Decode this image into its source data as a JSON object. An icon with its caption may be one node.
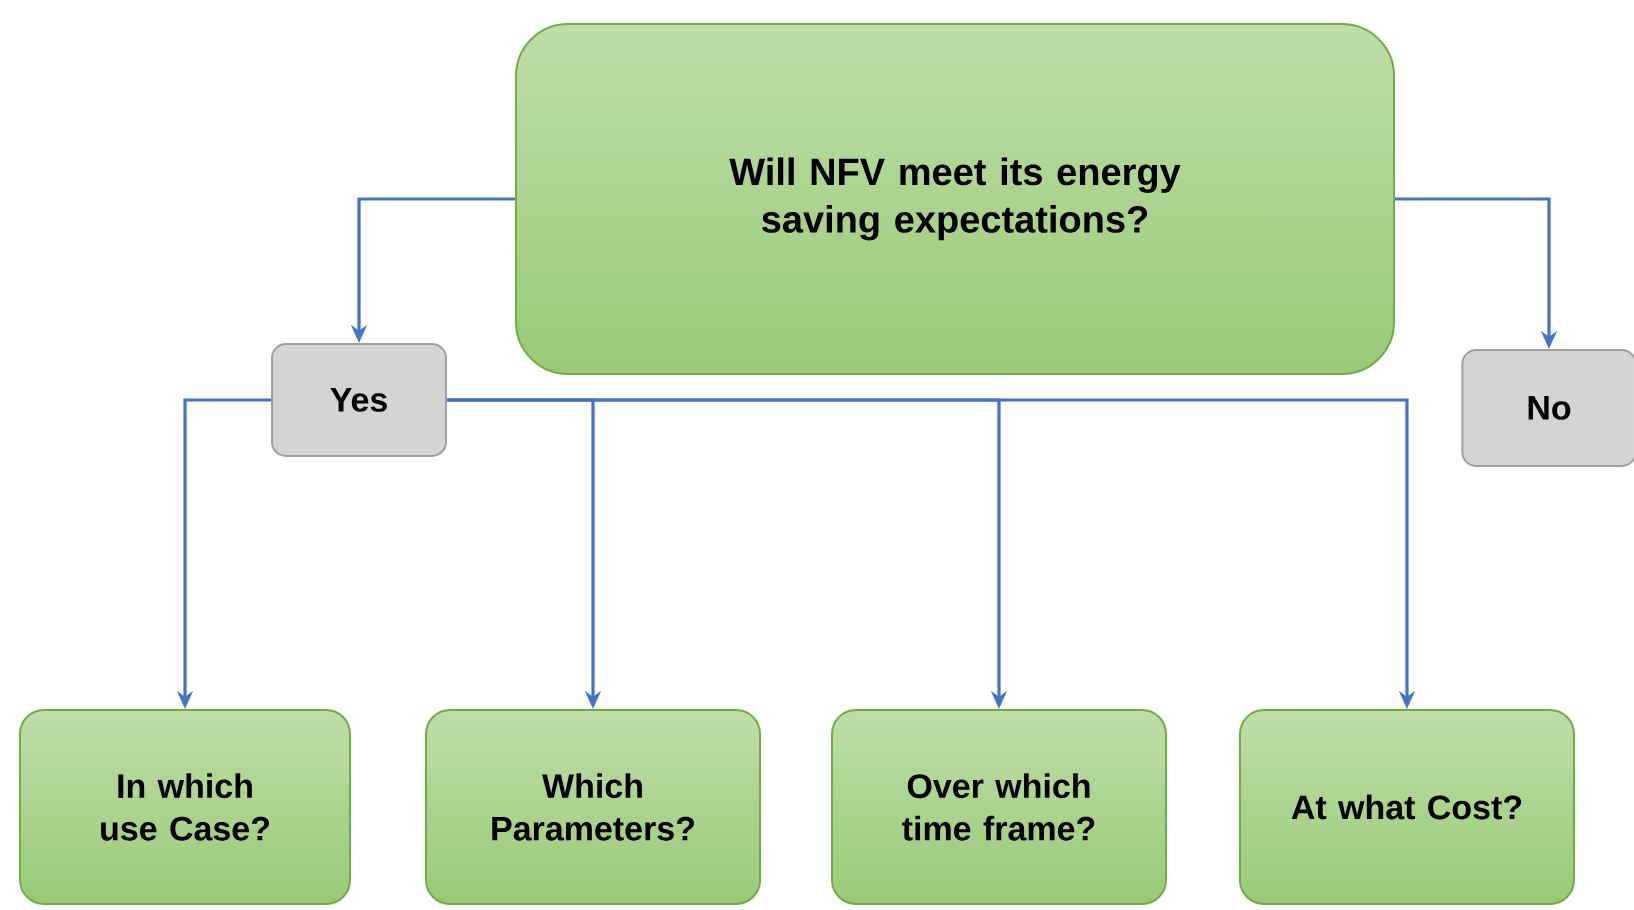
{
  "diagram": {
    "nodes": [
      {
        "text": [
          "Will NFV meet its energy saving expectations?"
        ]
      },
      {
        "text": [
          "Yes"
        ]
      },
      {
        "text": [
          "No"
        ]
      },
      {
        "text": [
          "In which use Case?"
        ]
      },
      {
        "text": [
          "Which Parameters?"
        ]
      },
      {
        "text": [
          "Over which time frame?"
        ]
      },
      {
        "text": [
          "At what Cost?"
        ]
      }
    ],
    "edges": [
      {
        "from": 0,
        "to": 1,
        "arrow": "to"
      },
      {
        "from": 0,
        "to": 2,
        "arrow": "to"
      },
      {
        "from": 1,
        "to": 3,
        "arrow": "to"
      },
      {
        "from": 1,
        "to": 4,
        "arrow": "to"
      },
      {
        "from": 1,
        "to": 5,
        "arrow": "to"
      },
      {
        "from": 1,
        "to": 6,
        "arrow": "to"
      }
    ]
  }
}
